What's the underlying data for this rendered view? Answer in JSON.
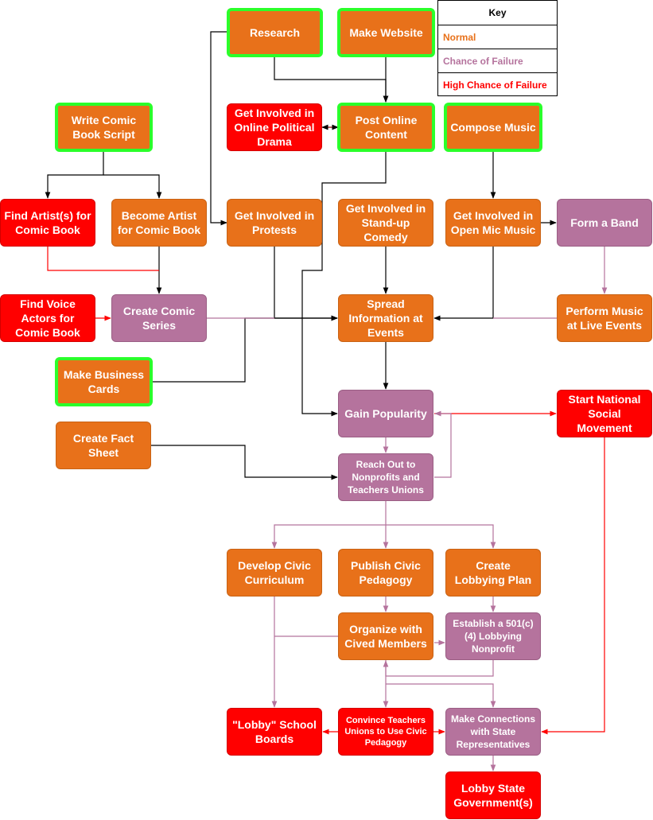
{
  "key": {
    "title": "Key",
    "normal": "Normal",
    "chance": "Chance of Failure",
    "high": "High Chance of Failure",
    "colors": {
      "normal": "#E8711A",
      "chance": "#B5739D",
      "high": "#FF0000",
      "highlight": "#2BFF2B"
    }
  },
  "nodes": {
    "research": "Research",
    "website": "Make Website",
    "script": "Write Comic Book Script",
    "online_drama": "Get Involved in Online Political Drama",
    "post_online": "Post Online Content",
    "compose": "Compose Music",
    "find_artist": "Find Artist(s) for Comic Book",
    "become_artist": "Become Artist for Comic Book",
    "protests": "Get Involved in Protests",
    "standup": "Get Involved in Stand-up Comedy",
    "open_mic": "Get Involved in Open Mic Music",
    "band": "Form a Band",
    "voice_actors": "Find Voice Actors for Comic Book",
    "comic_series": "Create Comic Series",
    "spread": "Spread Information at Events",
    "perform": "Perform Music at Live Events",
    "business_cards": "Make Business Cards",
    "gain_pop": "Gain Popularity",
    "national": "Start National Social Movement",
    "fact_sheet": "Create Fact Sheet",
    "reach_out": "Reach Out to Nonprofits and Teachers Unions",
    "curriculum": "Develop Civic Curriculum",
    "pedagogy": "Publish Civic Pedagogy",
    "lobby_plan": "Create Lobbying Plan",
    "organize": "Organize with Cived Members",
    "nonprofit": "Establish a 501(c)(4) Lobbying Nonprofit",
    "lobby_boards": "\"Lobby\" School Boards",
    "convince": "Convince Teachers Unions to Use Civic Pedagogy",
    "connections": "Make Connections with State Representatives",
    "lobby_gov": "Lobby State Government(s)"
  }
}
